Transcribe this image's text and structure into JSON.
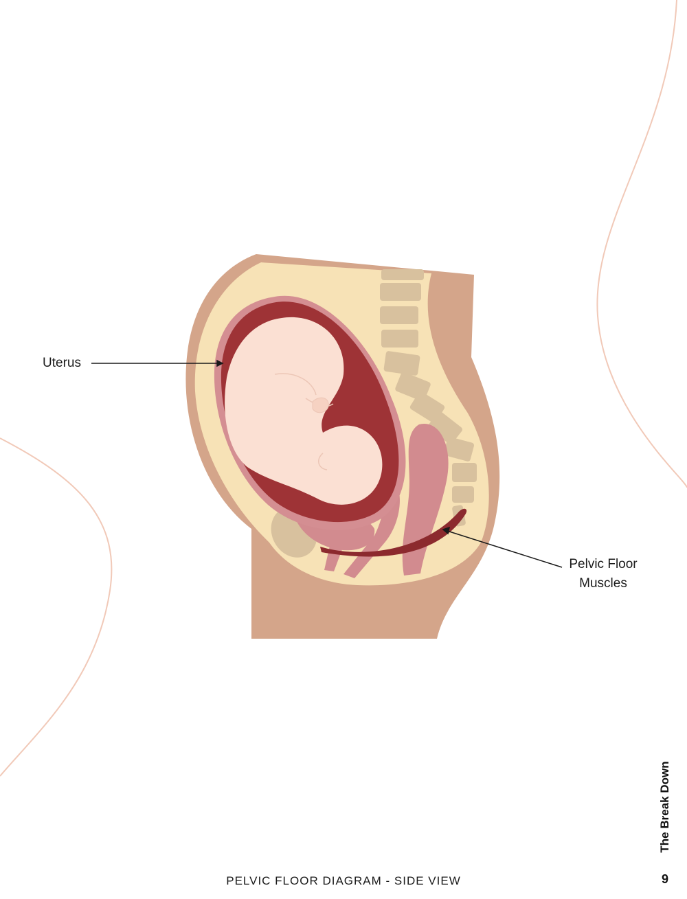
{
  "labels": {
    "uterus": "Uterus",
    "pelvic_floor_line1": "Pelvic Floor",
    "pelvic_floor_line2": "Muscles"
  },
  "footer": {
    "caption": "PELVIC FLOOR DIAGRAM - SIDE VIEW",
    "section": "The Break Down",
    "page_number": "9"
  },
  "colors": {
    "skin": "#d4a58a",
    "body_cavity": "#f7e2b6",
    "uterus_wall": "#9e3336",
    "uterus_lining": "#d48e92",
    "fetus": "#fbe0d3",
    "vertebrae": "#d8c19e",
    "organs": "#d28b8f",
    "pelvic_floor": "#8c2a2e",
    "decorative_curve": "#f1c9b8"
  }
}
